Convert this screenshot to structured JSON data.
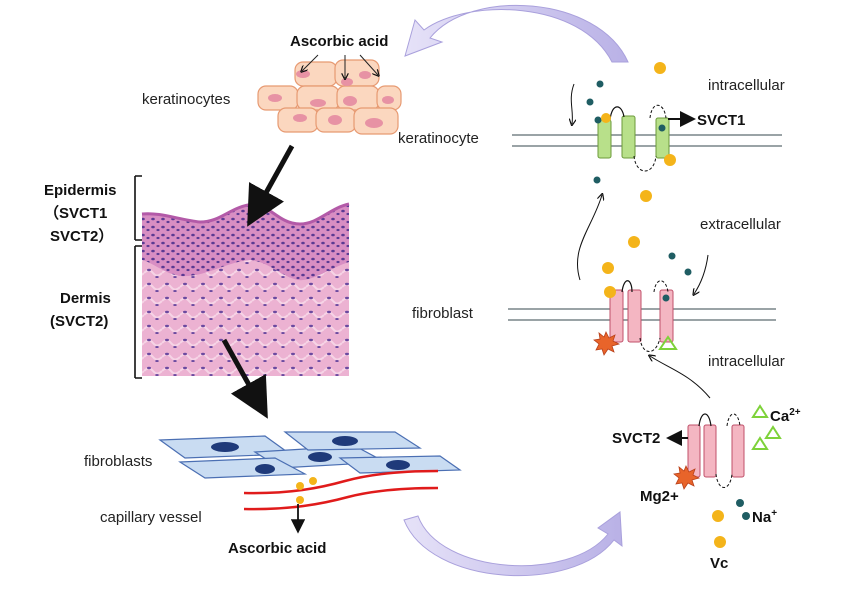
{
  "labels": {
    "ascorbic_acid_top": "Ascorbic  acid",
    "keratinocytes": "keratinocytes",
    "epidermis": "Epidermis",
    "epidermis_svct1": "（SVCT1",
    "epidermis_svct2": "SVCT2）",
    "dermis": "Dermis",
    "dermis_svct2": "(SVCT2)",
    "fibroblasts": "fibroblasts",
    "capillary_vessel": "capillary vessel",
    "ascorbic_acid_bottom": "Ascorbic acid",
    "intracellular_top": "intracellular",
    "keratinocyte": "keratinocyte",
    "svct1": "SVCT1",
    "extracellular": "extracellular",
    "fibroblast": "fibroblast",
    "intracellular_bottom": "intracellular",
    "svct2": "SVCT2",
    "mg2": "Mg2+",
    "ca2": "Ca",
    "ca2_sup": "2+",
    "na": "Na",
    "na_sup": "+",
    "vc": "Vc"
  },
  "colors": {
    "vitamin_c": "#f4b41a",
    "sodium": "#1f5d63",
    "svct1": "#b8e08a",
    "svct2": "#f4b6c2",
    "calcium": "#7ed23a",
    "magnesium": "#e8642a",
    "cycle_arrow": "#c9c3ec",
    "membrane": "#9aa3a6",
    "vessel": "#e01b1b",
    "fibroblast_fill": "#c9dcf2",
    "fibroblast_nucleus": "#1f3a7a",
    "skin_tissue": "#e7a7cc",
    "cell_nucleus": "#e792a4"
  }
}
